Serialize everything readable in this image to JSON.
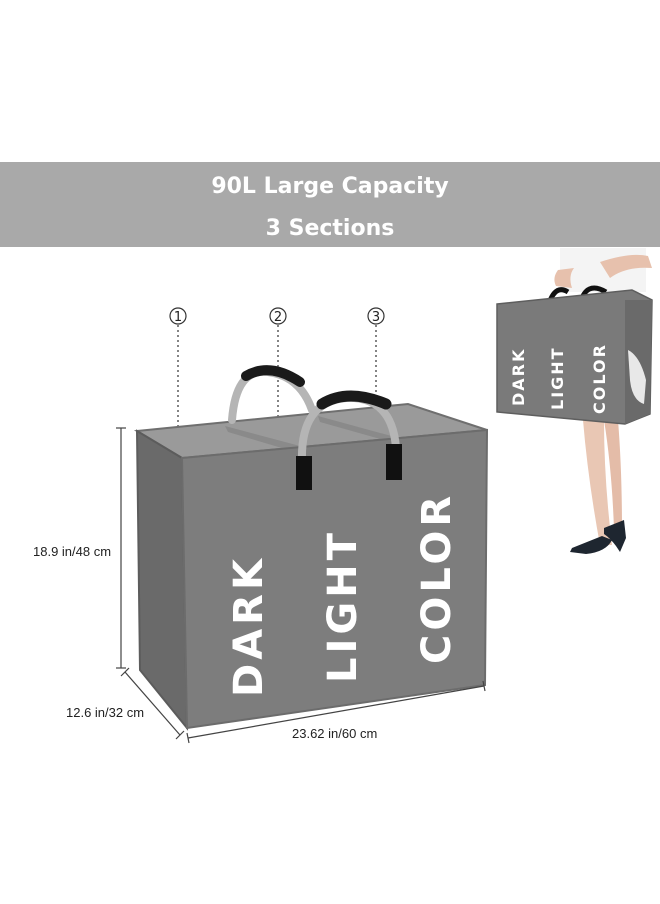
{
  "banner": {
    "line1": "90L Large Capacity",
    "line2": "3 Sections"
  },
  "sections": {
    "one": "1",
    "two": "2",
    "three": "3"
  },
  "bag_labels": {
    "dark": "DARK",
    "light": "LIGHT",
    "color": "COLOR"
  },
  "dimensions": {
    "height": "18.9 in/48 cm",
    "depth": "12.6 in/32 cm",
    "width": "23.62 in/60 cm"
  },
  "colors": {
    "banner": "#a9a9a9",
    "bag": "#7d7d7d",
    "bag_dark": "#6a6a6a",
    "text_on_bag": "#ffffff"
  }
}
